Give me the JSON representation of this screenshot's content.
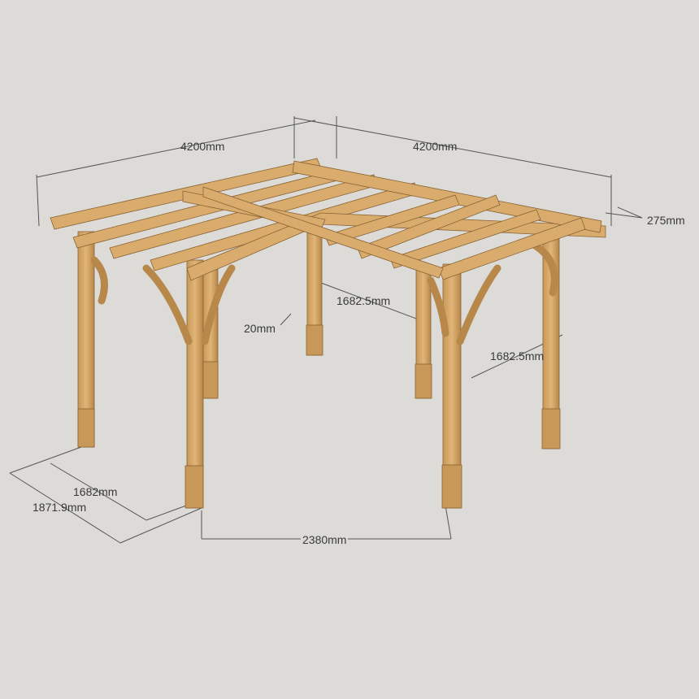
{
  "diagram": {
    "subject": "Corner pergola 3D model with dimensions",
    "background_color": "#dcdbd7",
    "wood_color": "#d9ac6e",
    "wood_shadow_color": "#b8874a",
    "dimension_line_color": "#555555",
    "dimensions": {
      "top_left_width": "4200mm",
      "top_right_width": "4200mm",
      "beam_overhang": "275mm",
      "inner_post_height": "1682.5mm",
      "right_post_height": "1682.5mm",
      "base_trim": "20mm",
      "left_depth_inner": "1682mm",
      "left_depth_outer": "1871.9mm",
      "front_span": "2380mm"
    }
  }
}
